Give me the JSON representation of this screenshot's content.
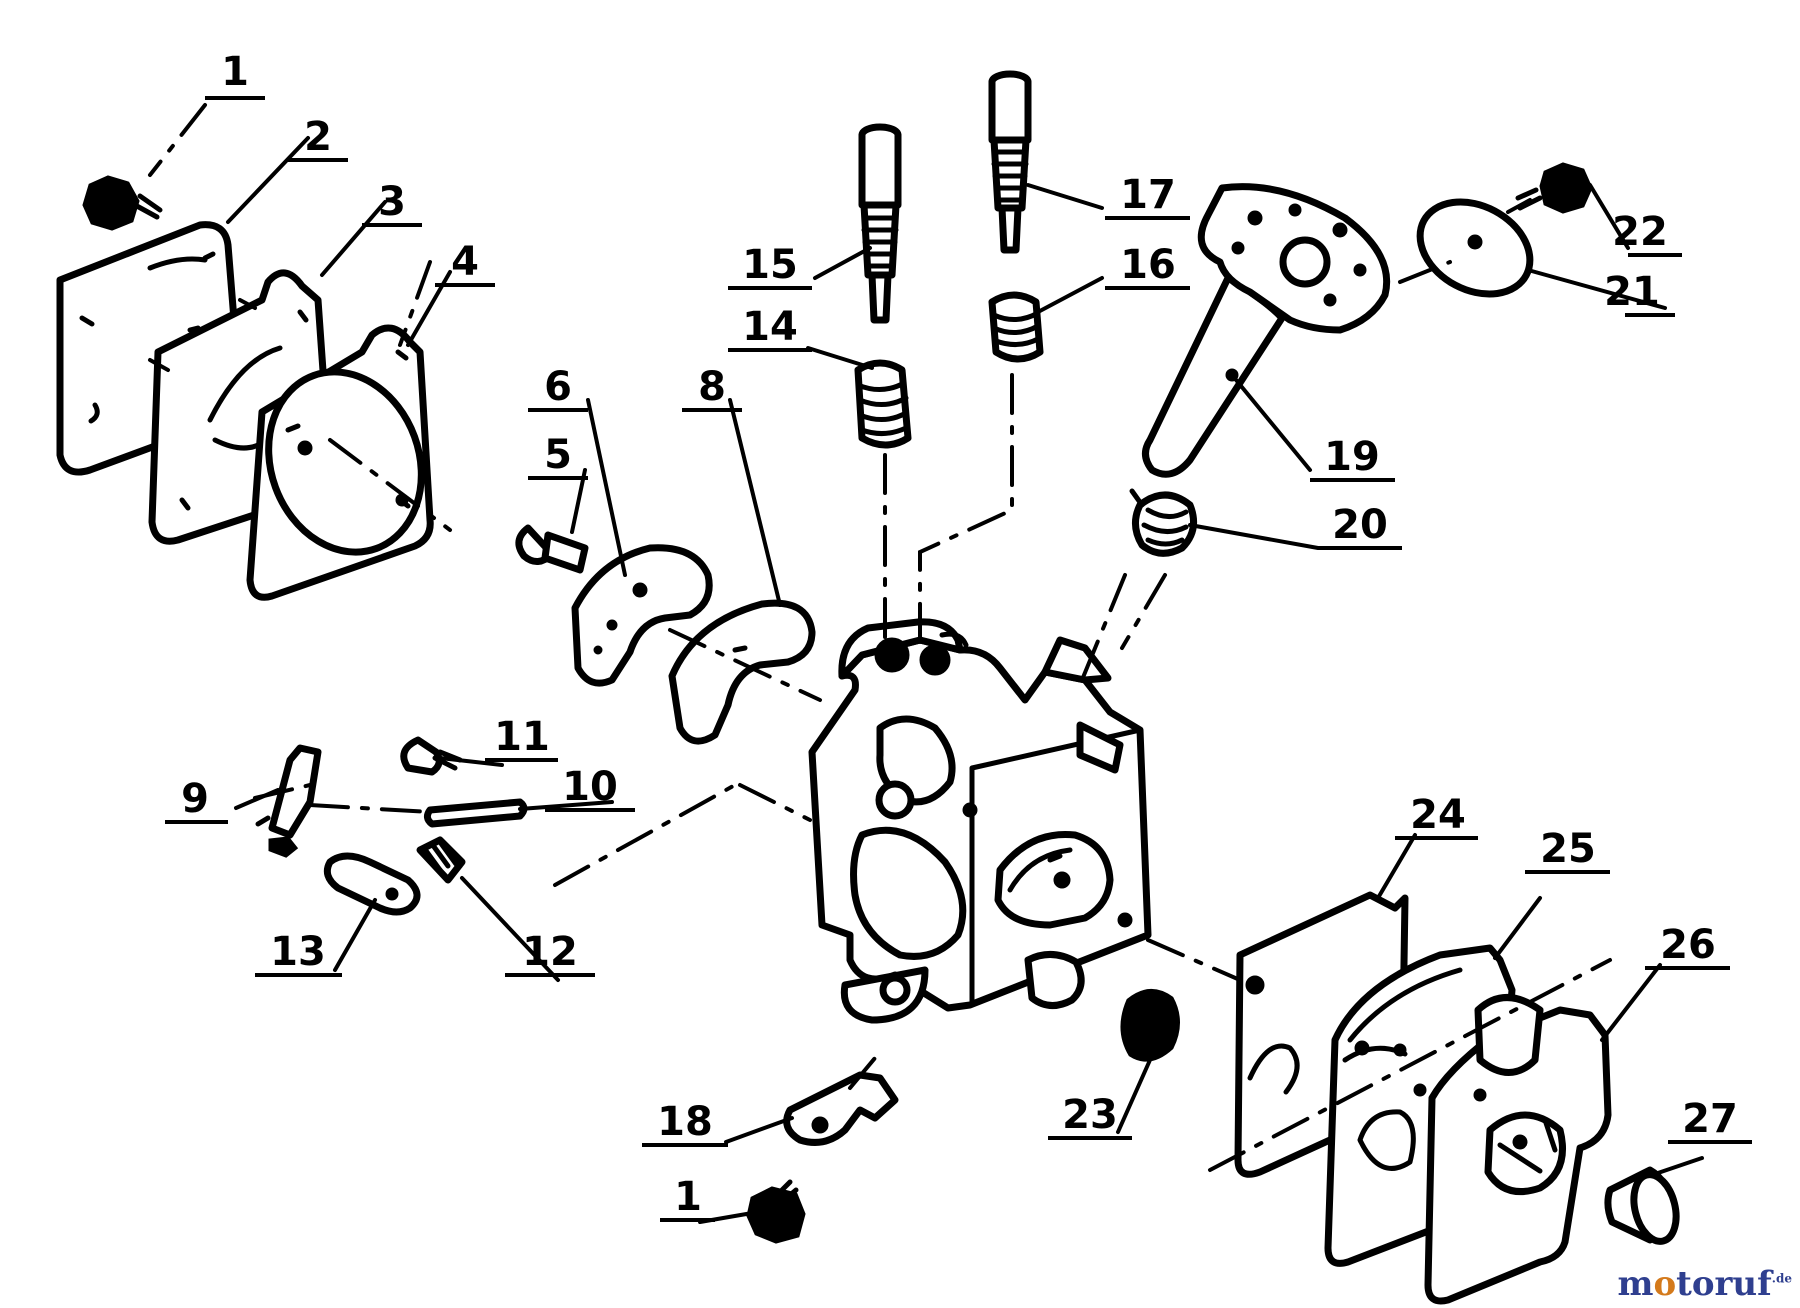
{
  "diagram": {
    "callouts": [
      {
        "id": "c1a",
        "text": "1"
      },
      {
        "id": "c2",
        "text": "2"
      },
      {
        "id": "c3",
        "text": "3"
      },
      {
        "id": "c4",
        "text": "4"
      },
      {
        "id": "c5",
        "text": "5"
      },
      {
        "id": "c6",
        "text": "6"
      },
      {
        "id": "c8",
        "text": "8"
      },
      {
        "id": "c9",
        "text": "9"
      },
      {
        "id": "c10",
        "text": "10"
      },
      {
        "id": "c11",
        "text": "11"
      },
      {
        "id": "c12",
        "text": "12"
      },
      {
        "id": "c13",
        "text": "13"
      },
      {
        "id": "c14",
        "text": "14"
      },
      {
        "id": "c15",
        "text": "15"
      },
      {
        "id": "c16",
        "text": "16"
      },
      {
        "id": "c17",
        "text": "17"
      },
      {
        "id": "c18",
        "text": "18"
      },
      {
        "id": "c1b",
        "text": "1"
      },
      {
        "id": "c19",
        "text": "19"
      },
      {
        "id": "c20",
        "text": "20"
      },
      {
        "id": "c21",
        "text": "21"
      },
      {
        "id": "c22",
        "text": "22"
      },
      {
        "id": "c23",
        "text": "23"
      },
      {
        "id": "c24",
        "text": "24"
      },
      {
        "id": "c25",
        "text": "25"
      },
      {
        "id": "c26",
        "text": "26"
      },
      {
        "id": "c27",
        "text": "27"
      }
    ],
    "line_color": "#000000",
    "background": "#ffffff"
  },
  "watermark": {
    "pre": "m",
    "o": "o",
    "post": "toruf",
    "sup": ".de",
    "color_main": "#2f3f8f",
    "color_o": "#d47a1c"
  }
}
